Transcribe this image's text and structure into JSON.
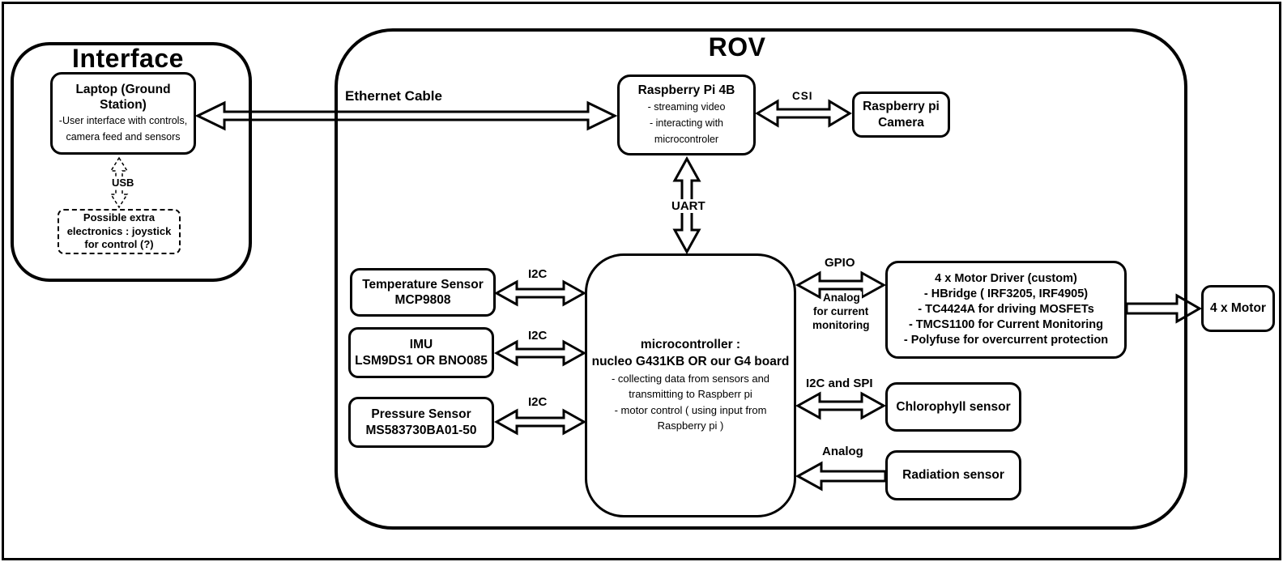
{
  "colors": {
    "line": "#000000",
    "background": "#ffffff"
  },
  "interface": {
    "title": "Interface",
    "laptop": {
      "title": "Laptop (Ground Station)",
      "desc1": "-User interface with controls,",
      "desc2": "camera feed and sensors"
    },
    "extra_electronics": {
      "line1": "Possible extra",
      "line2": "electronics : joystick",
      "line3": "for control (?)"
    }
  },
  "rov": {
    "title": "ROV",
    "raspberry_pi": {
      "title": "Raspberry Pi 4B",
      "desc1": "- streaming video",
      "desc2": "- interacting with",
      "desc3": "microcontroler"
    },
    "camera": {
      "line1": "Raspberry pi",
      "line2": "Camera"
    },
    "microcontroller": {
      "title1": "microcontroller :",
      "title2": "nucleo G431KB OR our G4 board",
      "desc1": "- collecting data from sensors and",
      "desc2": "transmitting to Raspberr pi",
      "desc3": "- motor control ( using input from",
      "desc4": "Raspberry pi )"
    },
    "temperature_sensor": {
      "line1": "Temperature Sensor",
      "line2": "MCP9808"
    },
    "imu": {
      "line1": "IMU",
      "line2": "LSM9DS1 OR BNO085"
    },
    "pressure_sensor": {
      "line1": "Pressure Sensor",
      "line2": "MS583730BA01-50"
    },
    "motor_driver": {
      "line1": "4 x Motor Driver (custom)",
      "line2": "- HBridge ( IRF3205, IRF4905)",
      "line3": "- TC4424A for driving MOSFETs",
      "line4": "- TMCS1100 for Current Monitoring",
      "line5": "- Polyfuse for overcurrent protection"
    },
    "chlorophyll_sensor": {
      "label": "Chlorophyll sensor"
    },
    "radiation_sensor": {
      "label": "Radiation sensor"
    }
  },
  "motor": {
    "label": "4 x Motor"
  },
  "connections": {
    "ethernet": "Ethernet Cable",
    "usb": "USB",
    "csi": "CSI",
    "uart": "UART",
    "i2c_temperature": "I2C",
    "i2c_imu": "I2C",
    "i2c_pressure": "I2C",
    "gpio": "GPIO",
    "analog_current_1": "Analog",
    "analog_current_2": "for current",
    "analog_current_3": "monitoring",
    "i2c_spi": "I2C and SPI",
    "analog_radiation": "Analog"
  }
}
